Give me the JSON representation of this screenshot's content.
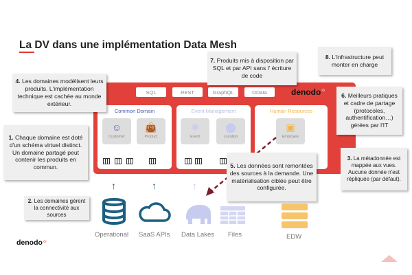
{
  "title": "La DV dans une implémentation Data Mesh",
  "api_pills": [
    "SQL",
    "REST",
    "GraphQL",
    "OData"
  ],
  "brand": "denodo",
  "domains": [
    {
      "name": "Common Domain",
      "color": "#4a5bb0",
      "cards": [
        {
          "label": "Customer",
          "icon": "person-icon"
        },
        {
          "label": "Product",
          "icon": "shopping-bag-icon"
        }
      ]
    },
    {
      "name": "Event Management",
      "color": "#b8bde0",
      "cards": [
        {
          "label": "Event",
          "icon": "event-icon"
        },
        {
          "label": "Location",
          "icon": "location-pin-icon"
        }
      ]
    },
    {
      "name": "Human Resources",
      "color": "#f0b44a",
      "cards": [
        {
          "label": "Employee",
          "icon": "id-card-icon"
        }
      ]
    }
  ],
  "notes": {
    "n1": {
      "num": "1.",
      "text": " Chaque domaine est doté d'un schéma virtuel distinct. Un domaine partagé peut contenir les produits en commun."
    },
    "n2": {
      "num": "2.",
      "text": " Les domaines gèrent la connectivité aux sources"
    },
    "n3": {
      "num": "3.",
      "text": " La métadonnée est mappée aux vues. Aucune donnée n'est répliquée (par défaut)."
    },
    "n4": {
      "num": "4.",
      "text": " Les domaines modélisent leurs produits. L'implémentation technique est cachée au monde extérieur."
    },
    "n5": {
      "num": "5.",
      "text": " Les données sont remontées des sources à la demande. Une matérialisation ciblée peut être configurée."
    },
    "n6": {
      "num": "6.",
      "text": " Meilleurs pratiques et cadre de partage (protocoles, authentification…) gérées par l'IT"
    },
    "n7": {
      "num": "7.",
      "text": " Produits mis à disposition par SQL et par API sans l' écriture de code"
    },
    "n8": {
      "num": "8.",
      "text": " L'infrastructure peut monter en charge"
    }
  },
  "sources": [
    "Operational",
    "SaaS APIs",
    "Data Lakes",
    "Files",
    "EDW"
  ],
  "colors": {
    "accent": "#e2413b",
    "blue": "#1b5f82"
  }
}
